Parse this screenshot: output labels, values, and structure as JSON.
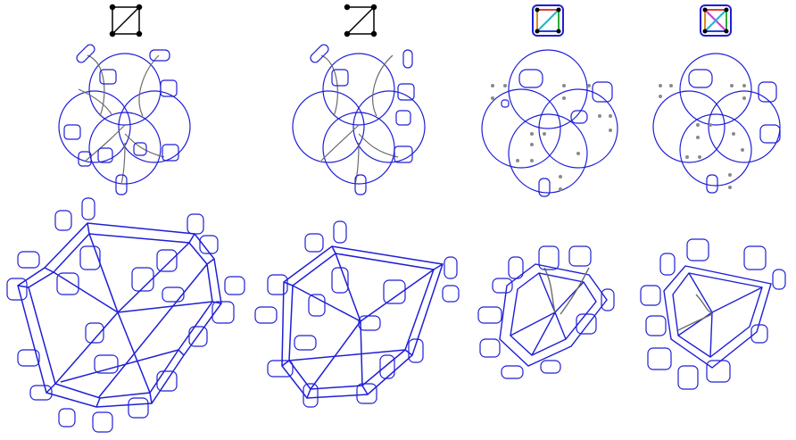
{
  "figure": {
    "columns": [
      {
        "id": "col1",
        "graph": {
          "vertices": 4,
          "edges": [
            [
              0,
              1
            ],
            [
              1,
              2
            ],
            [
              2,
              3
            ],
            [
              3,
              0
            ],
            [
              1,
              3
            ]
          ],
          "edge_colors": [
            "#000000"
          ]
        },
        "venn_circles": 4,
        "polytope": "large"
      },
      {
        "id": "col2",
        "graph": {
          "vertices": 4,
          "edges": [
            [
              0,
              1
            ],
            [
              1,
              2
            ],
            [
              2,
              3
            ],
            [
              1,
              3
            ]
          ],
          "edge_colors": [
            "#000000"
          ]
        },
        "venn_circles": 4,
        "polytope": "medium"
      },
      {
        "id": "col3",
        "graph": {
          "vertices": 4,
          "edges": [
            [
              0,
              1
            ],
            [
              1,
              2
            ],
            [
              2,
              3
            ],
            [
              3,
              0
            ],
            [
              1,
              3
            ]
          ],
          "edge_colors": [
            "#e23b3b",
            "#2faa3a",
            "#2a3fd6",
            "#e08a1e",
            "#1ab6c8"
          ]
        },
        "venn_circles": 4,
        "polytope": "small"
      },
      {
        "id": "col4",
        "graph": {
          "vertices": 4,
          "edges": [
            [
              0,
              1
            ],
            [
              1,
              2
            ],
            [
              2,
              3
            ],
            [
              3,
              0
            ],
            [
              0,
              2
            ],
            [
              1,
              3
            ]
          ],
          "edge_colors": [
            "#e23b3b",
            "#2faa3a",
            "#2a3fd6",
            "#e08a1e",
            "#1ab6c8",
            "#c53ad6"
          ]
        },
        "venn_circles": 4,
        "polytope": "small"
      }
    ],
    "colors": {
      "structure": "#1f1fd6",
      "connector": "#6b6b6b",
      "vertex": "#000000",
      "minor_vertex": "#8a8a8a"
    }
  }
}
